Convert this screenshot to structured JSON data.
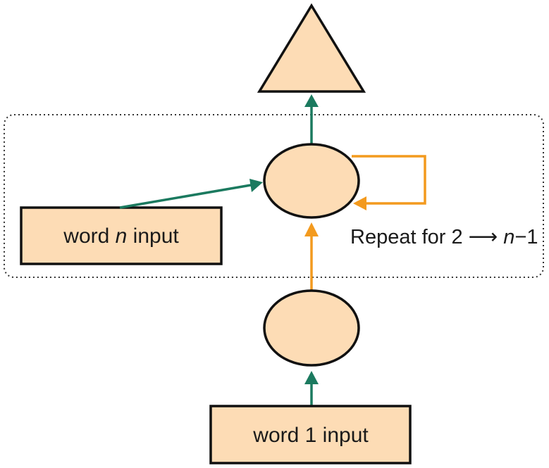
{
  "colors": {
    "node_fill": "#fddcb5",
    "node_stroke": "#111111",
    "feed_arrow": "#1b7a5f",
    "recurrent_arrow": "#f39a1e",
    "loop_box_stroke": "#333333"
  },
  "nodes": {
    "output": {
      "shape": "triangle"
    },
    "hidden_recurrent": {
      "shape": "ellipse"
    },
    "hidden_first": {
      "shape": "ellipse"
    }
  },
  "inputs": {
    "word_n": {
      "prefix": "word ",
      "var": "n",
      "suffix": " input"
    },
    "word_1": {
      "label": "word 1 input"
    }
  },
  "repeat_label": {
    "prefix": "Repeat for 2 ",
    "arrow": "⟶",
    "var": "n",
    "suffix": "−1"
  }
}
